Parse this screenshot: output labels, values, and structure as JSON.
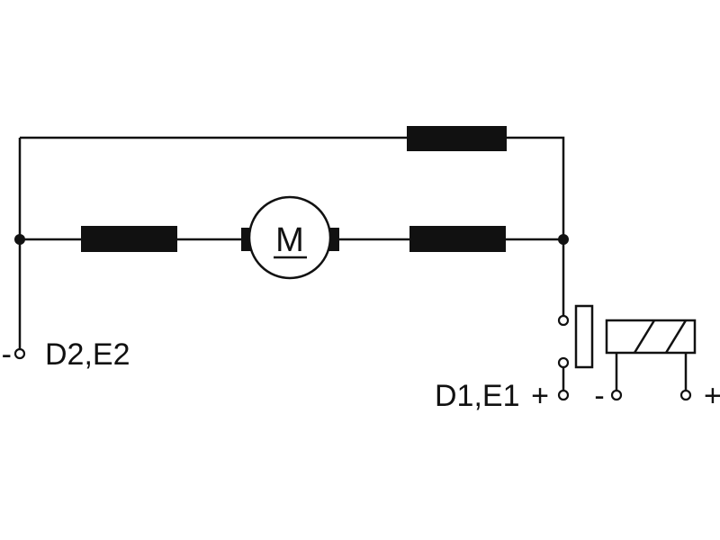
{
  "diagram": {
    "motor_label": "M",
    "terminal_left_sign": "-",
    "terminal_left_label": "D2,E2",
    "terminal_right_label": "D1,E1",
    "terminal_right_sign": "+",
    "coil_minus": "-",
    "coil_plus": "+"
  },
  "colors": {
    "line": "#111111",
    "fill": "#111111",
    "background": "#ffffff"
  }
}
